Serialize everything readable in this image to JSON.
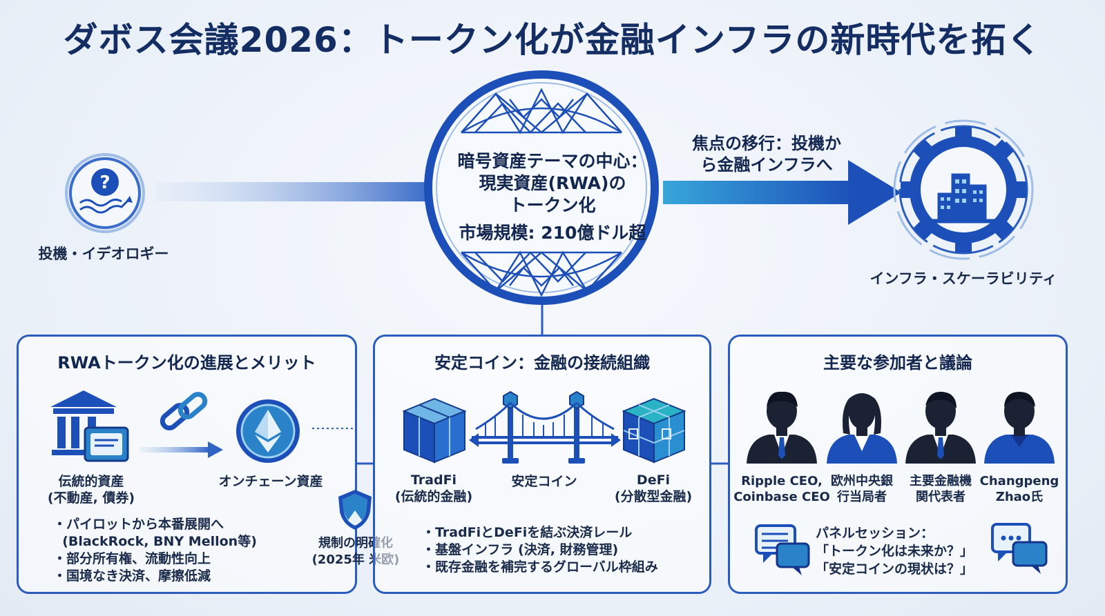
{
  "title": "ダボス会議2026：トークン化が金融インフラの新時代を拓く",
  "left_node": {
    "label": "投機・イデオロギー"
  },
  "center": {
    "line1": "暗号資産テーマの中心：",
    "line2": "現実資産(RWA)の",
    "line3": "トークン化",
    "line4": "市場規模: 210億ドル超"
  },
  "shift": {
    "line1": "焦点の移行：投機か",
    "line2": "ら金融インフラへ"
  },
  "right_node": {
    "label": "インフラ・スケーラビリティ"
  },
  "panel_rwa": {
    "title": "RWAトークン化の進展とメリット",
    "traditional_line1": "伝統的資産",
    "traditional_line2": "(不動産, 債券)",
    "onchain": "オンチェーン資産",
    "bullets": [
      "・パイロットから本番展開へ",
      "  (BlackRock, BNY Mellon等)",
      "・部分所有権、流動性向上",
      "・国境なき決済、摩擦低減"
    ],
    "regulation_line1": "規制の明確化",
    "regulation_line2": "(2025年 米欧)"
  },
  "panel_stable": {
    "title": "安定コイン：金融の接続組織",
    "tradfi_line1": "TradFi",
    "tradfi_line2": "(伝統的金融)",
    "bridge": "安定コイン",
    "defi_line1": "DeFi",
    "defi_line2": "(分散型金融)",
    "bullets": [
      "・TradFiとDeFiを結ぶ決済レール",
      "・基盤インフラ (決済, 財務管理)",
      "・既存金融を補完するグローバル枠組み"
    ]
  },
  "panel_people": {
    "title": "主要な参加者と議論",
    "people": [
      {
        "line1": "Ripple CEO,",
        "line2": "Coinbase CEO"
      },
      {
        "line1": "欧州中央銀",
        "line2": "行当局者"
      },
      {
        "line1": "主要金融機",
        "line2": "関代表者"
      },
      {
        "line1": "Changpeng",
        "line2": "Zhao氏"
      }
    ],
    "panel_line1": "パネルセッション：",
    "panel_line2": "「トークン化は未来か？」",
    "panel_line3": "「安定コインの現状は？」"
  },
  "colors": {
    "navy": "#142d63",
    "blue": "#1d4fb8",
    "accent": "#2a5cbf",
    "teal": "#1e8fc7"
  }
}
